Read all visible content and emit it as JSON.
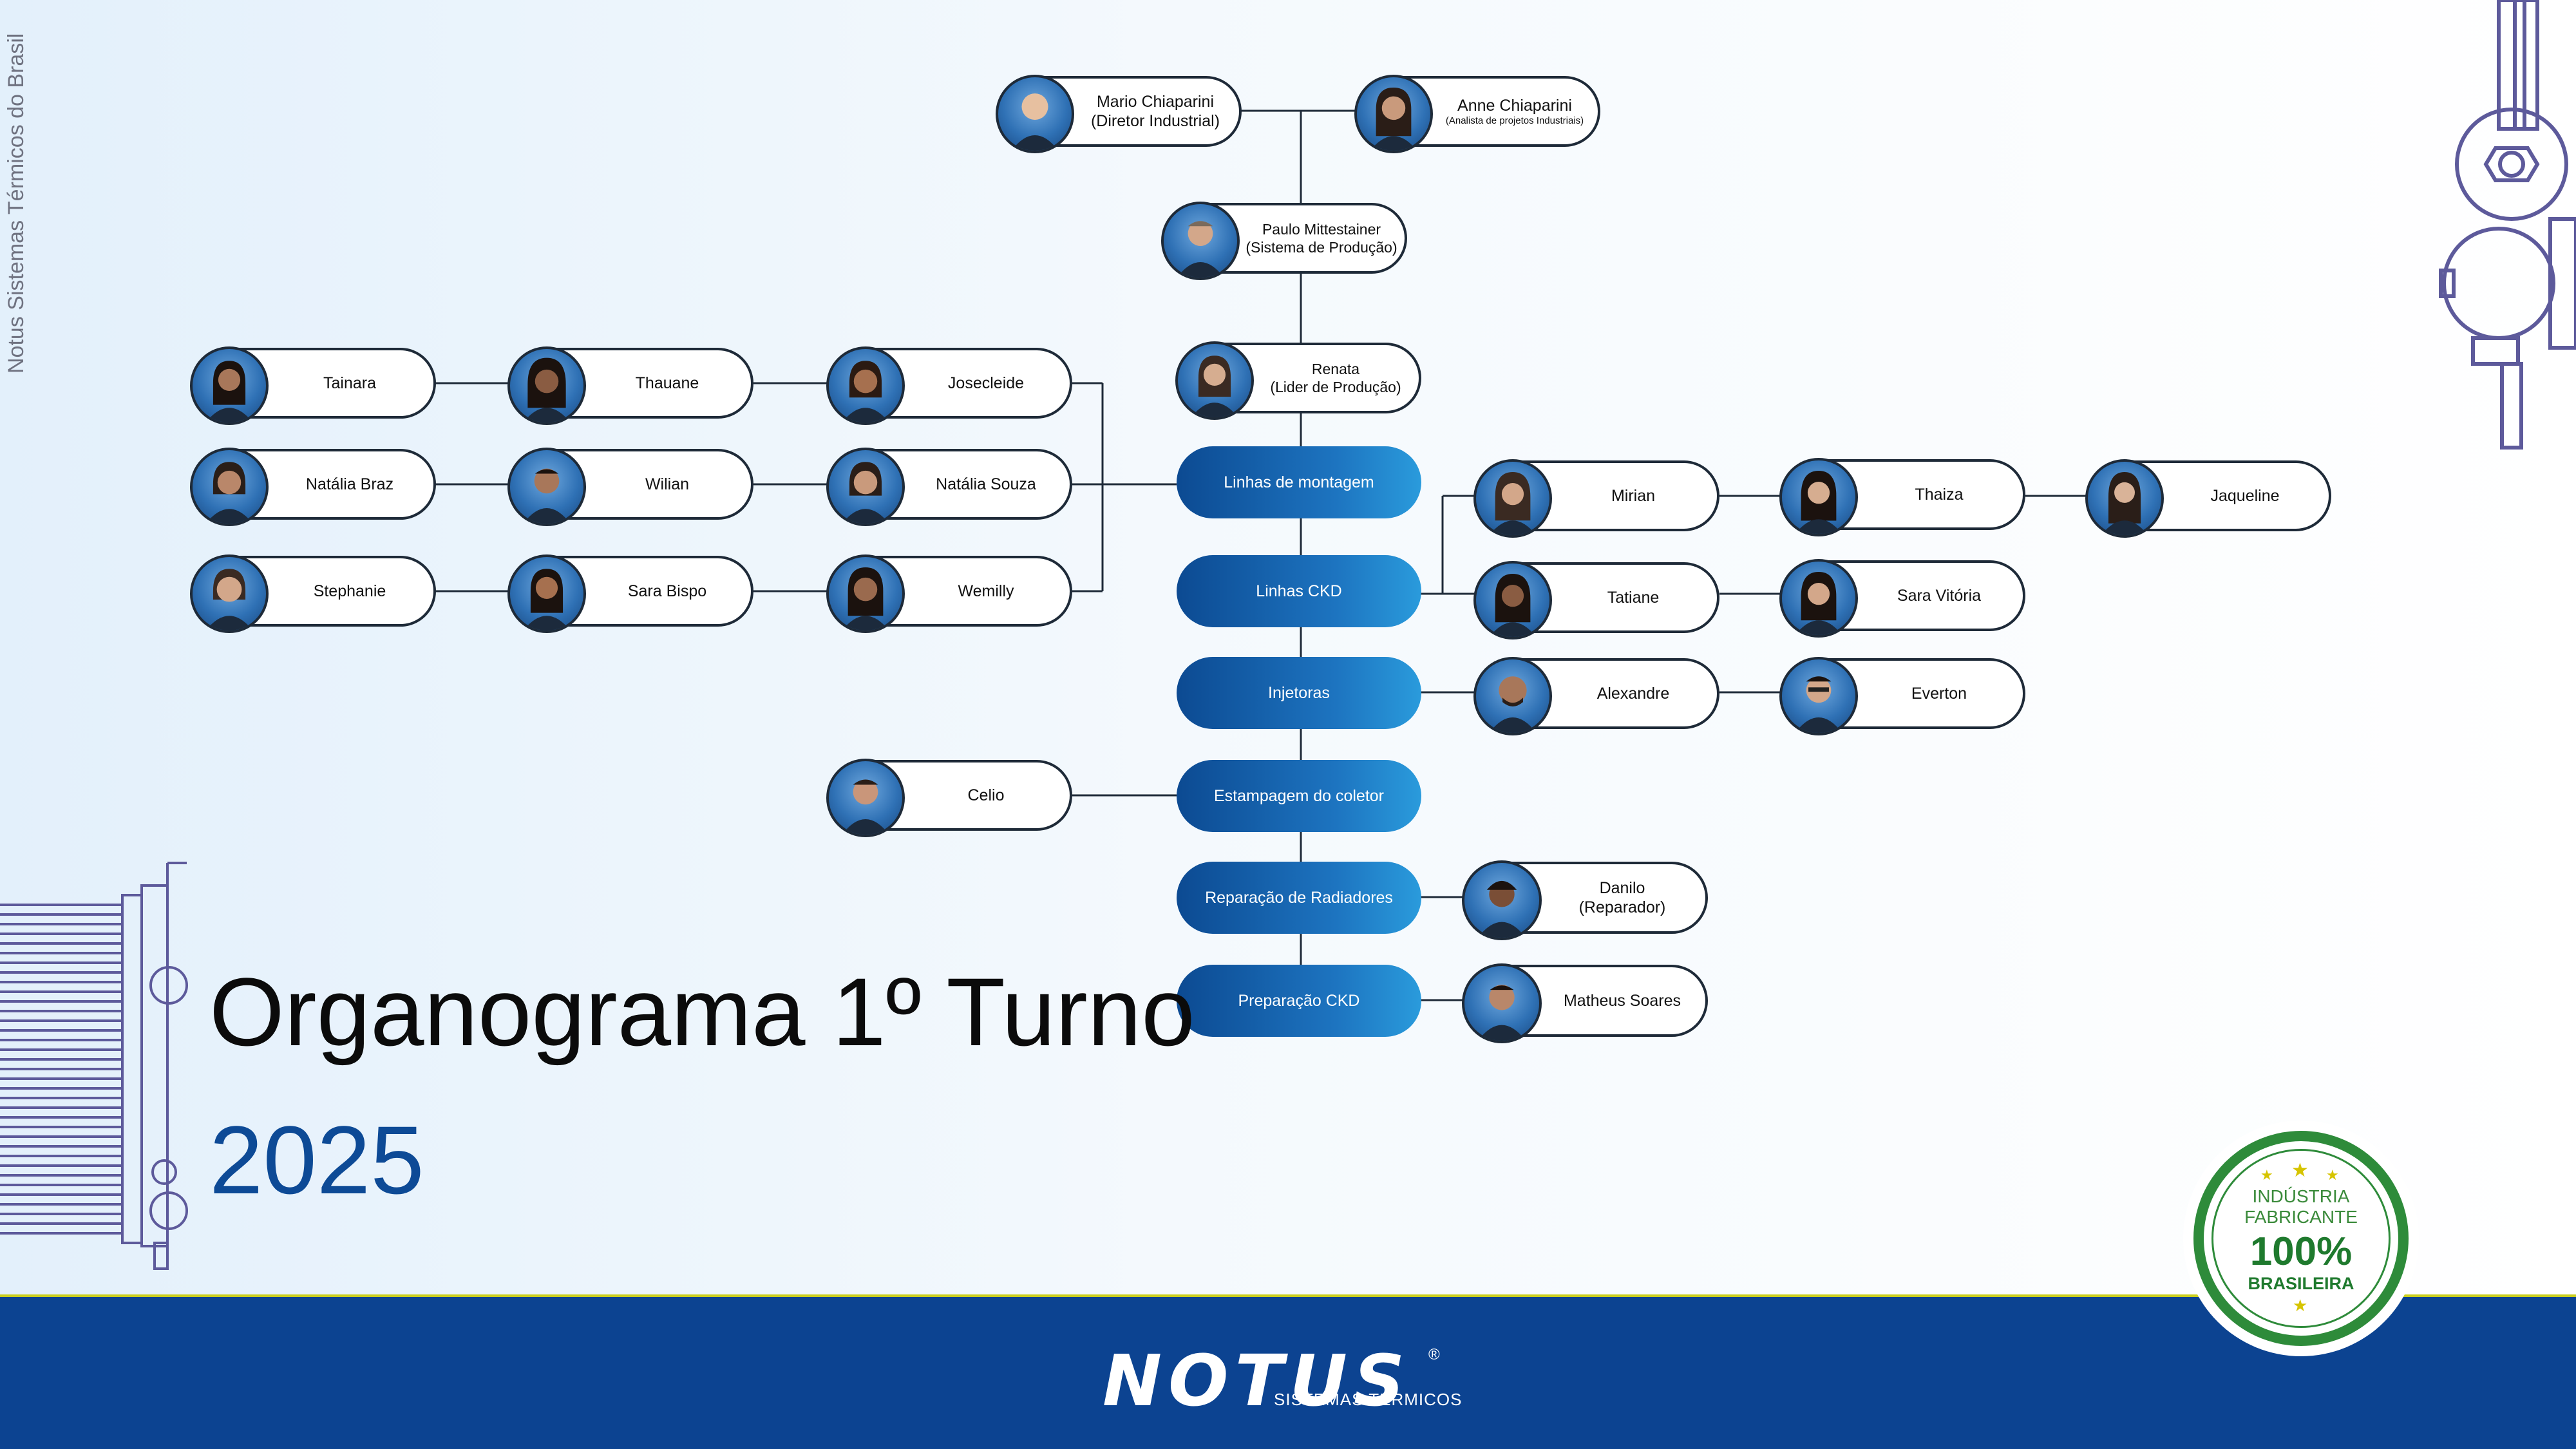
{
  "side_text": "Notus Sistemas Térmicos do Brasil",
  "title": "Organograma 1º Turno",
  "year": "2025",
  "colors": {
    "navy": "#0c4391",
    "node_blue": "#1d74c0",
    "line": "#1e2a38",
    "seal_green": "#2e8b3a"
  },
  "people": {
    "mario": [
      "Mario Chiaparini",
      "(Diretor Industrial)"
    ],
    "anne": [
      "Anne Chiaparini",
      "(Analista de projetos Industriais)"
    ],
    "paulo": [
      "Paulo Mittestainer",
      "(Sistema de Produção)"
    ],
    "renata": [
      "Renata",
      "(Lider de Produção)"
    ],
    "tainara": [
      "Tainara"
    ],
    "thauane": [
      "Thauane"
    ],
    "josecleide": [
      "Josecleide"
    ],
    "natalia_braz": [
      "Natália Braz"
    ],
    "wilian": [
      "Wilian"
    ],
    "natalia_souza": [
      "Natália Souza"
    ],
    "stephanie": [
      "Stephanie"
    ],
    "sara_bispo": [
      "Sara Bispo"
    ],
    "wemilly": [
      "Wemilly"
    ],
    "celio": [
      "Celio"
    ],
    "mirian": [
      "Mirian"
    ],
    "thaiza": [
      "Thaiza"
    ],
    "jaqueline": [
      "Jaqueline"
    ],
    "tatiane": [
      "Tatiane"
    ],
    "sara_vitoria": [
      "Sara Vitória"
    ],
    "alexandre": [
      "Alexandre"
    ],
    "everton": [
      "Everton"
    ],
    "danilo": [
      "Danilo",
      "(Reparador)"
    ],
    "matheus": [
      "Matheus Soares"
    ]
  },
  "departments": {
    "linhas_montagem": "Linhas de montagem",
    "linhas_ckd": "Linhas CKD",
    "injetoras": "Injetoras",
    "estampagem": "Estampagem do coletor",
    "reparacao": "Reparação de Radiadores",
    "preparacao": "Preparação CKD"
  },
  "brand": {
    "name": "NOTUS",
    "tagline": "SISTEMAS TÉRMICOS",
    "reg": "®"
  },
  "seal": {
    "line1": "INDÚSTRIA",
    "line2": "FABRICANTE",
    "line3": "100%",
    "line4": "BRASILEIRA"
  }
}
